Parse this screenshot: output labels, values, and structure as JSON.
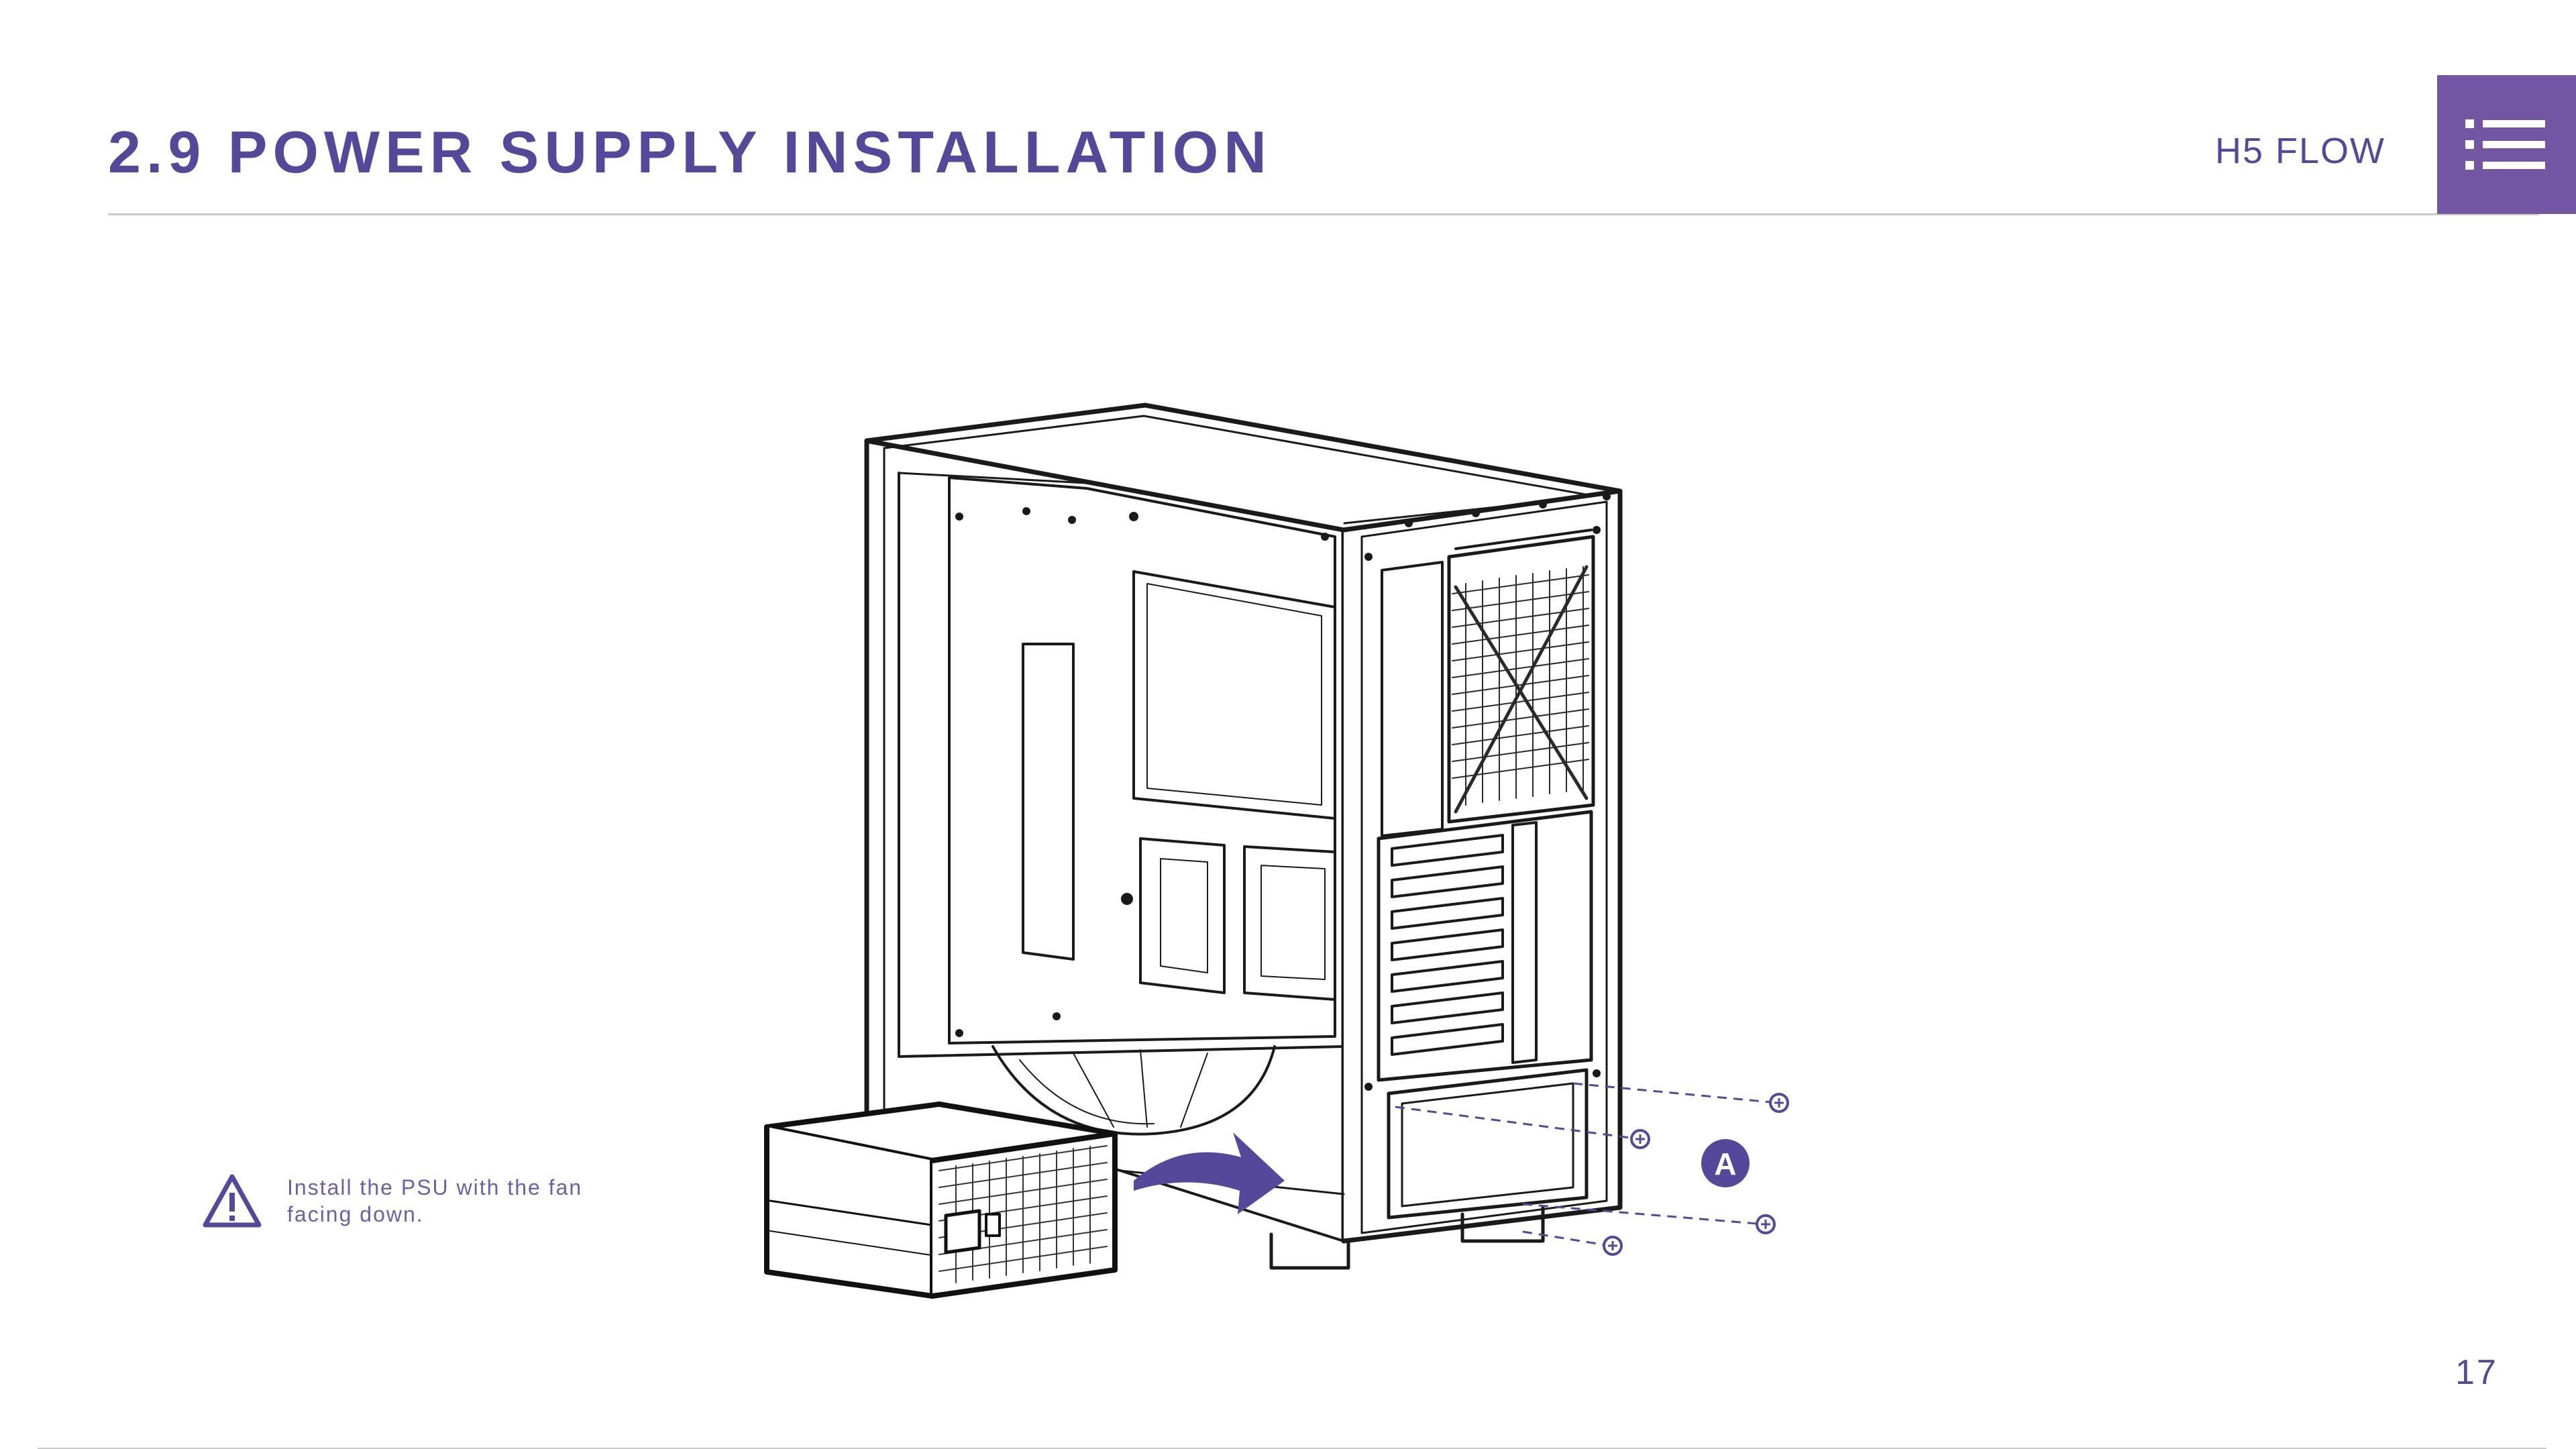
{
  "header": {
    "title": "2.9 POWER SUPPLY INSTALLATION",
    "product": "H5 FLOW",
    "menu_icon": "list-menu-icon"
  },
  "illustration": {
    "callout_label": "A"
  },
  "note": {
    "icon": "warning-triangle-icon",
    "text": "Install the PSU with the fan facing down."
  },
  "footer": {
    "page_number": "17"
  },
  "colors": {
    "brand_purple": "#55489b",
    "menu_purple": "#7256a3",
    "note_text": "#6b5fa6",
    "rule_gray": "#c9c9c9"
  }
}
